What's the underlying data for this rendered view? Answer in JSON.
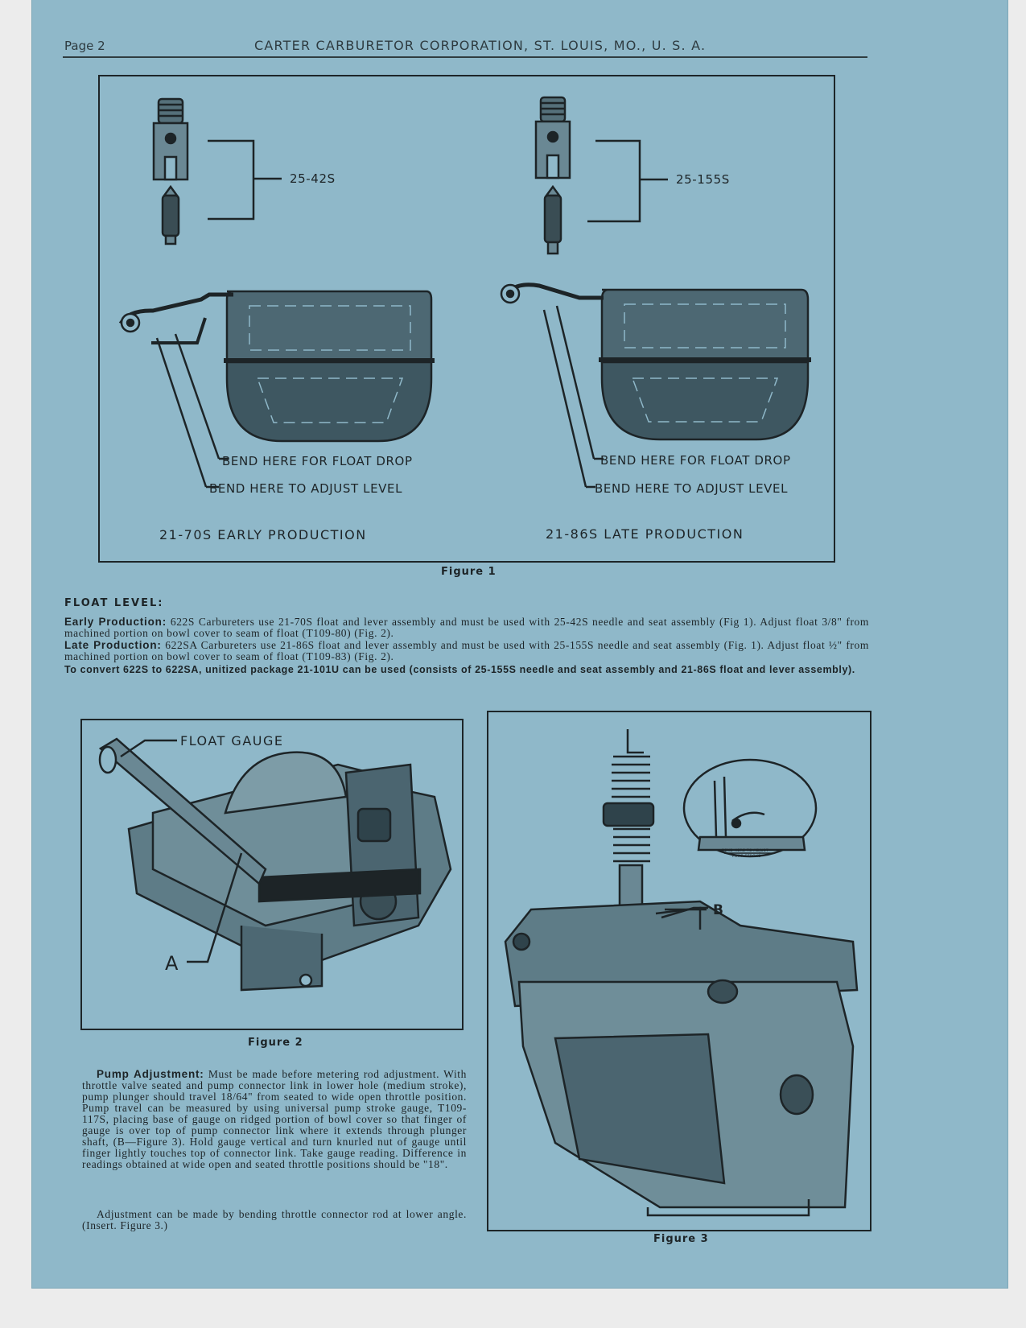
{
  "header": {
    "page_number": "Page 2",
    "title": "CARTER CARBURETOR CORPORATION, ST. LOUIS, MO., U. S. A."
  },
  "figure1": {
    "left_part_number": "25-42S",
    "right_part_number": "25-155S",
    "left_bend_float_drop": "BEND HERE FOR FLOAT DROP",
    "left_bend_adjust_level": "BEND HERE TO ADJUST LEVEL",
    "right_bend_float_drop": "BEND HERE FOR FLOAT DROP",
    "right_bend_adjust_level": "BEND HERE TO ADJUST LEVEL",
    "left_title": "21-70S EARLY PRODUCTION",
    "right_title": "21-86S LATE PRODUCTION",
    "caption": "Figure 1"
  },
  "float_level": {
    "heading": "FLOAT LEVEL:",
    "early_label": "Early Production:",
    "early_text": "622S Carbureters use 21-70S float and lever assembly and must be used with 25-42S needle and seat assembly (Fig 1). Adjust float 3/8\" from machined portion on bowl cover to seam of float (T109-80) (Fig. 2).",
    "late_label": "Late Production:",
    "late_text": "622SA Carbureters use 21-86S float and lever assembly and must be used with 25-155S needle and seat assembly (Fig. 1). Adjust float ½\" from machined portion on bowl cover to seam of float (T109-83) (Fig. 2).",
    "convert_text": "To convert 622S to 622SA, unitized package 21-101U can be used (consists of 25-155S needle and seat assembly and 21-86S float and lever assembly)."
  },
  "figure2": {
    "gauge_label": "FLOAT GAUGE",
    "pointer_label": "A",
    "caption": "Figure 2"
  },
  "pump": {
    "label": "Pump Adjustment:",
    "text": "Must be made before metering rod adjustment. With throttle valve seated and pump connector link in lower hole (medium stroke), pump plunger should travel 18/64\" from seated to wide open throttle position. Pump travel can be measured by using universal pump stroke gauge, T109-117S, placing base of gauge on ridged portion of bowl cover so that finger of gauge is over top of pump connector link where it extends through plunger shaft, (B—Figure 3). Hold gauge vertical and turn knurled nut of gauge until finger lightly touches top of connector link. Take gauge reading. Difference in readings obtained at wide open and seated throttle positions should be \"18\".",
    "adjust_text": "Adjustment can be made by bending throttle connector rod at lower angle. (Insert. Figure 3.)"
  },
  "figure3": {
    "pointer_label": "B",
    "insert_label_1": "BEND HERE TO ADJUST",
    "insert_label_2": "PUMP STROKE",
    "caption": "Figure 3"
  },
  "colors": {
    "paper": "#8fb8c9",
    "ink": "#1d2427"
  }
}
